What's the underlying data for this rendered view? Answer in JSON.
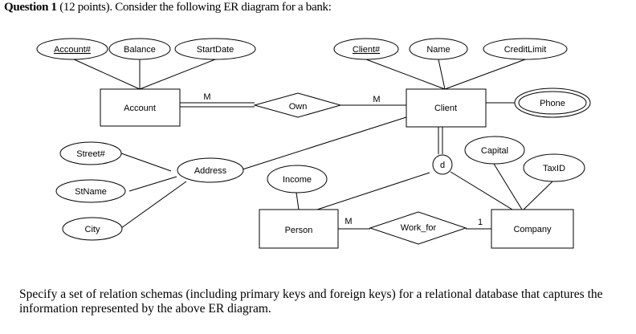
{
  "question": {
    "number": "Question 1",
    "points": "(12 points).",
    "prompt": "Consider the following ER diagram for a bank:"
  },
  "diagram": {
    "entities": {
      "account": "Account",
      "client": "Client",
      "person": "Person",
      "company": "Company"
    },
    "attributes": {
      "account_num": "Account#",
      "balance": "Balance",
      "start_date": "StartDate",
      "client_num": "Client#",
      "name": "Name",
      "credit_limit": "CreditLimit",
      "phone": "Phone",
      "street_num": "Street#",
      "st_name": "StName",
      "city": "City",
      "address": "Address",
      "income": "Income",
      "capital": "Capital",
      "tax_id": "TaxID"
    },
    "relationships": {
      "own": "Own",
      "work_for": "Work_for"
    },
    "specialization": "d",
    "cardinalities": {
      "own_account": "M",
      "own_client": "M",
      "workfor_person": "M",
      "workfor_company": "1"
    }
  },
  "instructions": "Specify a set of relation schemas (including primary keys and foreign keys) for a relational database that captures the information represented by the above ER diagram."
}
